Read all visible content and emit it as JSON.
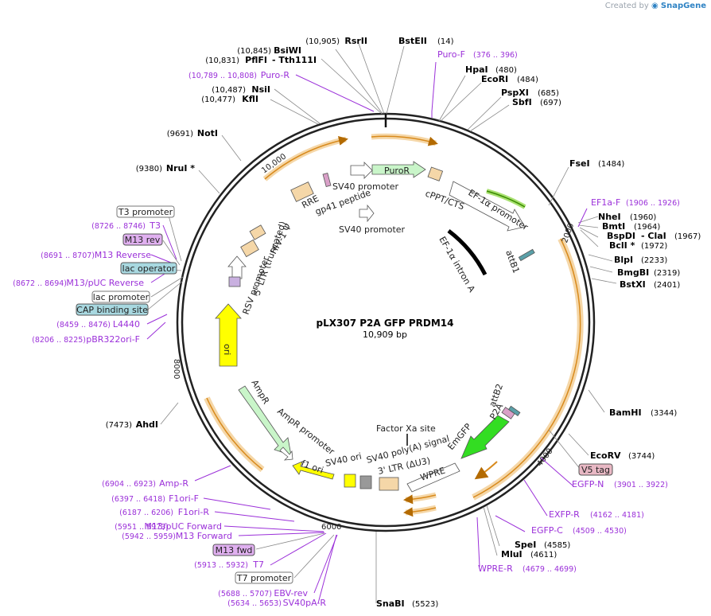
{
  "credit": {
    "prefix": "Created by",
    "brand": "SnapGene"
  },
  "plasmid": {
    "name": "pLX307 P2A GFP PRDM14",
    "size": "10,909 bp"
  },
  "ruler": [
    {
      "label": "2000"
    },
    {
      "label": "4000"
    },
    {
      "label": "6000"
    },
    {
      "label": "8000"
    },
    {
      "label": "10,000"
    }
  ],
  "enzymes": [
    {
      "name": "BstEII",
      "pos": "(14)"
    },
    {
      "name": "HpaI",
      "pos": "(480)"
    },
    {
      "name": "EcoRI",
      "pos": "(484)"
    },
    {
      "name": "PspXI",
      "pos": "(685)"
    },
    {
      "name": "SbfI",
      "pos": "(697)"
    },
    {
      "name": "FseI",
      "pos": "(1484)"
    },
    {
      "name": "NheI",
      "pos": "(1960)"
    },
    {
      "name": "BmtI",
      "pos": "(1964)"
    },
    {
      "name": "BspDI",
      "pos": "(1967)",
      "alt": "- ClaI"
    },
    {
      "name": "BclI *",
      "pos": "(1972)"
    },
    {
      "name": "BlpI",
      "pos": "(2233)"
    },
    {
      "name": "BmgBI",
      "pos": "(2319)"
    },
    {
      "name": "BstXI",
      "pos": "(2401)"
    },
    {
      "name": "BamHI",
      "pos": "(3344)"
    },
    {
      "name": "EcoRV",
      "pos": "(3744)"
    },
    {
      "name": "SpeI",
      "pos": "(4585)"
    },
    {
      "name": "MluI",
      "pos": "(4611)"
    },
    {
      "name": "SnaBI",
      "pos": "(5523)"
    },
    {
      "name": "AhdI",
      "pos": "(7473)"
    },
    {
      "name": "NruI *",
      "pos": "(9380)"
    },
    {
      "name": "NotI",
      "pos": "(9691)"
    },
    {
      "name": "KflI",
      "pos": "(10,477)"
    },
    {
      "name": "NsiI",
      "pos": "(10,487)"
    },
    {
      "name": "PflFI",
      "pos": "(10,831)",
      "alt": "- Tth111I"
    },
    {
      "name": "BsiWI",
      "pos": "(10,845)"
    },
    {
      "name": "RsrII",
      "pos": "(10,905)"
    }
  ],
  "primers": [
    {
      "name": "Puro-F",
      "range": "(376 .. 396)"
    },
    {
      "name": "EF1a-F",
      "range": "(1906 .. 1926)"
    },
    {
      "name": "EGFP-N",
      "range": "(3901 .. 3922)"
    },
    {
      "name": "EXFP-R",
      "range": "(4162 .. 4181)"
    },
    {
      "name": "EGFP-C",
      "range": "(4509 .. 4530)"
    },
    {
      "name": "WPRE-R",
      "range": "(4679 .. 4699)"
    },
    {
      "name": "SV40pA-R",
      "range": "(5634 .. 5653)"
    },
    {
      "name": "EBV-rev",
      "range": "(5688 .. 5707)"
    },
    {
      "name": "T7",
      "range": "(5913 .. 5932)"
    },
    {
      "name": "M13 Forward",
      "range": "(5942 .. 5959)"
    },
    {
      "name": "M13/pUC Forward",
      "range": "(5951 .. 5973)"
    },
    {
      "name": "F1ori-R",
      "range": "(6187 .. 6206)"
    },
    {
      "name": "F1ori-F",
      "range": "(6397 .. 6418)"
    },
    {
      "name": "Amp-R",
      "range": "(6904 .. 6923)"
    },
    {
      "name": "pBR322ori-F",
      "range": "(8206 .. 8225)"
    },
    {
      "name": "L4440",
      "range": "(8459 .. 8476)"
    },
    {
      "name": "M13/pUC Reverse",
      "range": "(8672 .. 8694)"
    },
    {
      "name": "M13 Reverse",
      "range": "(8691 .. 8707)"
    },
    {
      "name": "T3",
      "range": "(8726 .. 8746)"
    },
    {
      "name": "Puro-R",
      "range": "(10,789 .. 10,808)"
    }
  ],
  "boxed_labels": [
    {
      "name": "T3 promoter",
      "style": "white"
    },
    {
      "name": "M13 rev",
      "style": "violet"
    },
    {
      "name": "lac operator",
      "style": "teal"
    },
    {
      "name": "lac promoter",
      "style": "white"
    },
    {
      "name": "CAP binding site",
      "style": "teal"
    },
    {
      "name": "V5 tag",
      "style": "pink"
    },
    {
      "name": "M13 fwd",
      "style": "violet"
    },
    {
      "name": "T7 promoter",
      "style": "white"
    }
  ],
  "features": [
    {
      "name": "PuroR"
    },
    {
      "name": "SV40 promoter"
    },
    {
      "name": "cPPT/CTS"
    },
    {
      "name": "EF-1α promoter"
    },
    {
      "name": "attB1"
    },
    {
      "name": "EF-1α intron A"
    },
    {
      "name": "SV40 promoter"
    },
    {
      "name": "RRE"
    },
    {
      "name": "gp41 peptide"
    },
    {
      "name": "HIV-1 Ψ"
    },
    {
      "name": "5' LTR (truncated)"
    },
    {
      "name": "RSV promoter"
    },
    {
      "name": "ori"
    },
    {
      "name": "AmpR"
    },
    {
      "name": "AmpR promoter"
    },
    {
      "name": "f1 ori"
    },
    {
      "name": "SV40 ori"
    },
    {
      "name": "SV40 poly(A) signal"
    },
    {
      "name": "3' LTR (ΔU3)"
    },
    {
      "name": "WPRE"
    },
    {
      "name": "Factor Xa site"
    },
    {
      "name": "EmGFP"
    },
    {
      "name": "P2A"
    },
    {
      "name": "attB2"
    }
  ],
  "colors": {
    "enzyme_text": "#000000",
    "primer": "#9b30d9",
    "orf_arrow": "#d88a1c",
    "orf_fill": "#f5d7a8",
    "puror_fill": "#c9f5c9",
    "ori_fill": "#ffff00",
    "gfp_fill": "#33dd22",
    "backbone": "#333333"
  }
}
